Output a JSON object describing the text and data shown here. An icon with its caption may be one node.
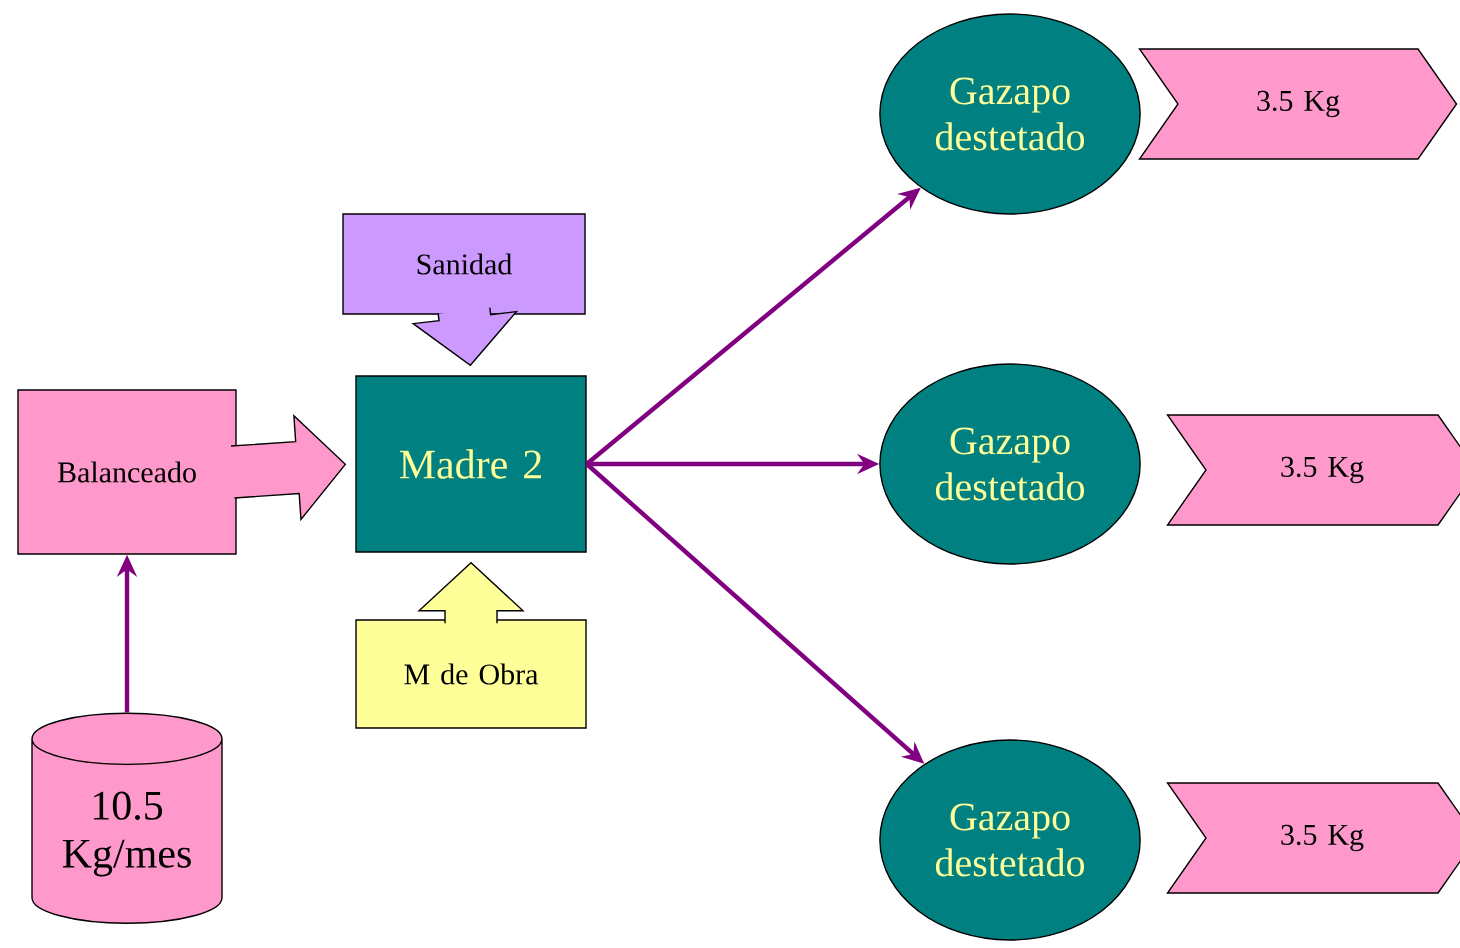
{
  "diagram": {
    "nodes": [
      {
        "text": [
          "Sanidad"
        ]
      },
      {
        "text": [
          "Balanceado"
        ]
      },
      {
        "text": [
          "Madre 2"
        ]
      },
      {
        "text": [
          "M de Obra"
        ]
      },
      {
        "text": [
          "10.5 Kg/mes"
        ]
      },
      {
        "text": [
          "Gazapo destetado"
        ]
      },
      {
        "text": [
          "3.5 Kg"
        ]
      },
      {
        "text": [
          "Gazapo destetado"
        ]
      },
      {
        "text": [
          "3.5 Kg"
        ]
      },
      {
        "text": [
          "Gazapo destetado"
        ]
      },
      {
        "text": [
          "3.5 Kg"
        ]
      }
    ],
    "edges": [
      {
        "from": 4,
        "to": 1,
        "arrow": "to"
      },
      {
        "from": 1,
        "to": 2,
        "arrow": "to",
        "style": "thick",
        "color": "#ff99cc"
      },
      {
        "from": 0,
        "to": 2,
        "arrow": "to",
        "style": "thick",
        "color": "#cc99ff"
      },
      {
        "from": 3,
        "to": 2,
        "arrow": "to",
        "style": "thick",
        "color": "#ffff99"
      },
      {
        "from": 2,
        "to": 5,
        "arrow": "to"
      },
      {
        "from": 2,
        "to": 7,
        "arrow": "to"
      },
      {
        "from": 2,
        "to": 9,
        "arrow": "to"
      }
    ]
  }
}
